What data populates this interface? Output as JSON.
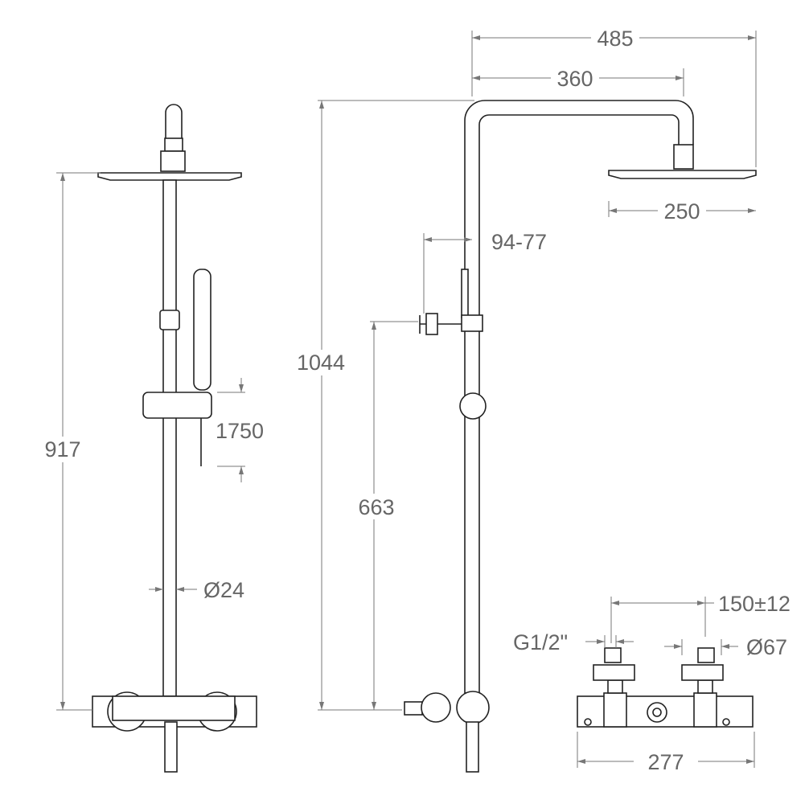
{
  "dimensions": {
    "total_width": "485",
    "arm_length": "360",
    "head_diameter": "250",
    "wall_offset": "94-77",
    "total_height_side": "1044",
    "bracket_height": "663",
    "total_height_front": "917",
    "hose_length": "1750",
    "pipe_diameter": "Ø24",
    "inlet_spacing": "150±12",
    "inlet_thread": "G1/2\"",
    "escutcheon_diameter": "Ø67",
    "mixer_width": "277"
  }
}
